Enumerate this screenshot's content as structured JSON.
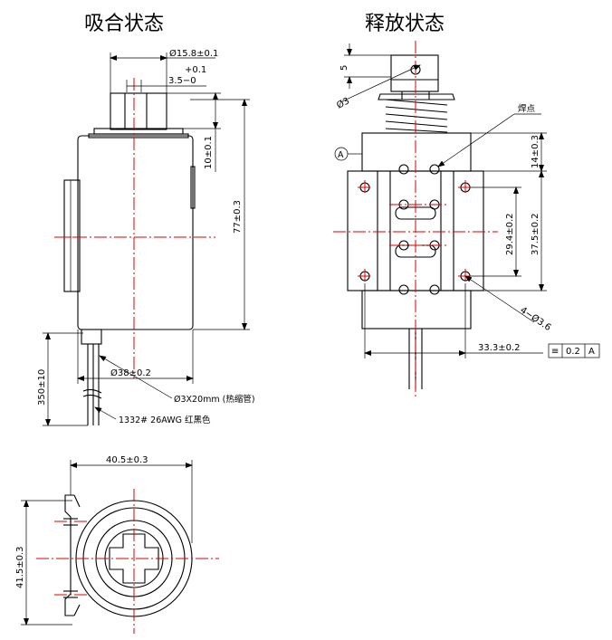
{
  "titles": {
    "closed_state": "吸合状态",
    "released_state": "释放状态"
  },
  "front_view": {
    "plunger_diameter": "Ø15.8±0.1",
    "tol_plus": "+0.1",
    "tol_minus": "3.5−0",
    "stroke_10": "10±0.1",
    "length_77": "77±0.3",
    "body_diameter": "Ø38±0.2",
    "lead_length": "350±10",
    "sleeve_note": "Ø3X20mm (热缩管)",
    "wire_note": "1332# 26AWG 红黑色"
  },
  "side_view": {
    "dim_5": "5",
    "dim_phi3": "Ø3",
    "weld_point": "焊点",
    "datum": "A",
    "dim_14": "14±0.3",
    "dim_29_4": "29.4±0.2",
    "dim_37_5": "37.5±0.2",
    "holes": "4−Ø3.6",
    "dim_33_3": "33.3±0.2",
    "tol_symbol": "≡",
    "tol_value": "0.2",
    "tol_datum": "A"
  },
  "bottom_view": {
    "width": "40.5±0.3",
    "height": "41.5±0.3"
  }
}
